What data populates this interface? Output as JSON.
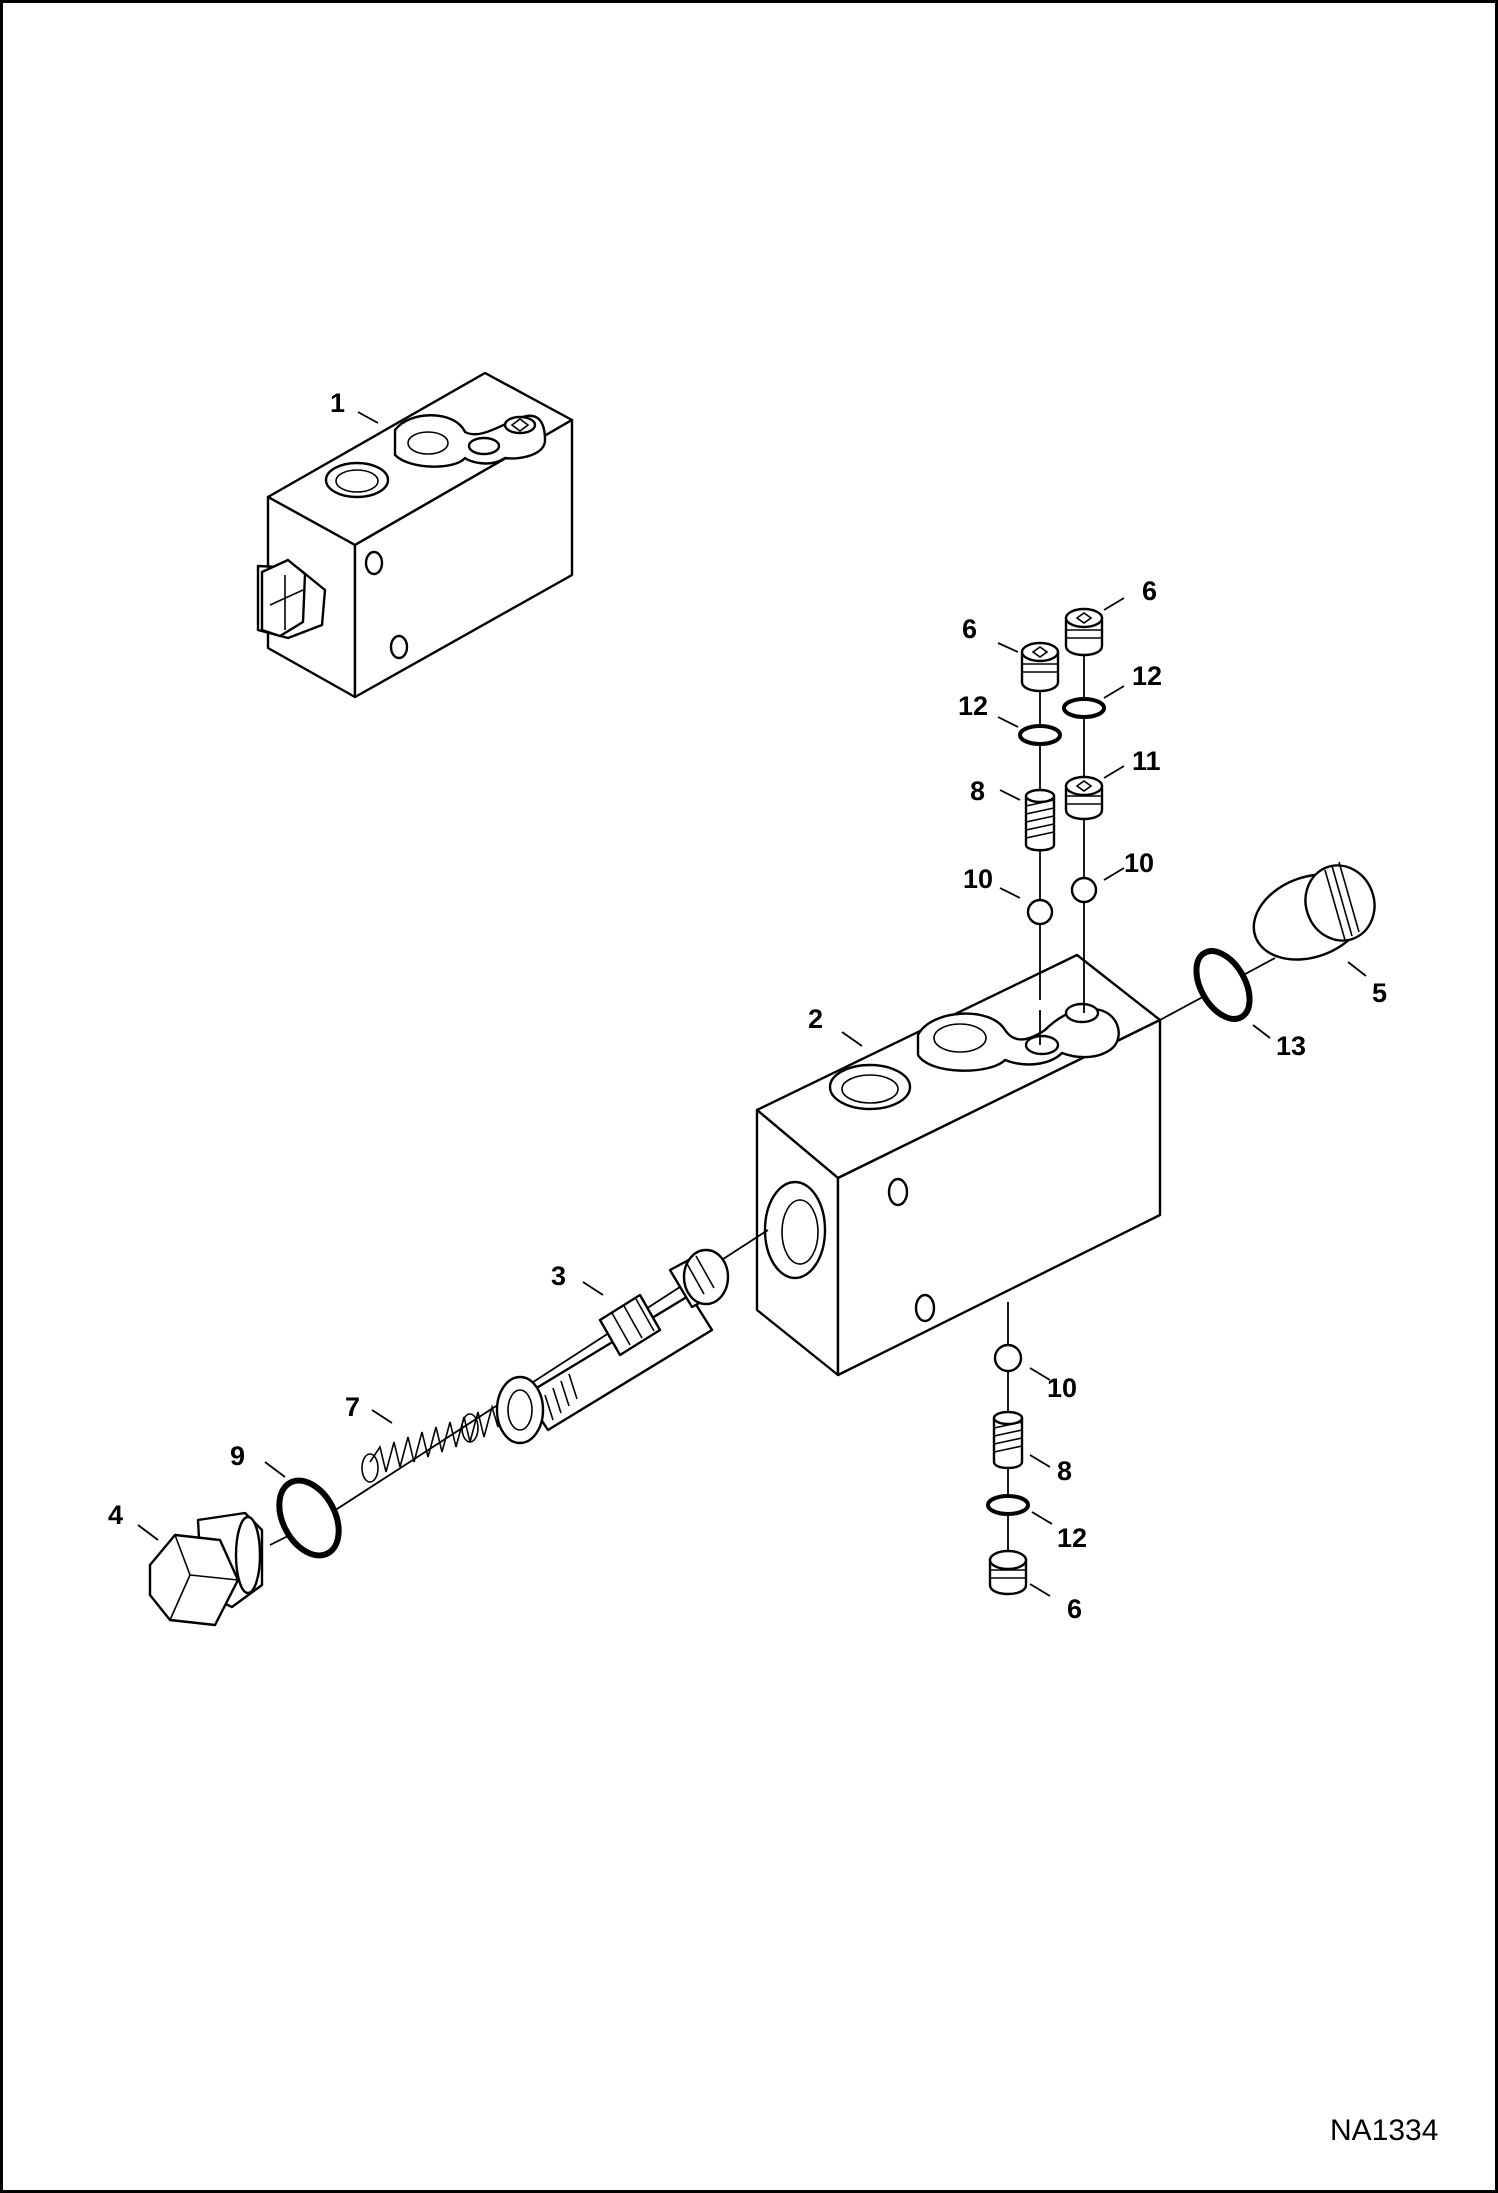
{
  "figure_id": "NA1334",
  "callouts": {
    "c1": "1",
    "c2": "2",
    "c3": "3",
    "c4": "4",
    "c5": "5",
    "c6a": "6",
    "c6b": "6",
    "c6c": "6",
    "c7": "7",
    "c8a": "8",
    "c8b": "8",
    "c9": "9",
    "c10a": "10",
    "c10b": "10",
    "c10c": "10",
    "c11": "11",
    "c12a": "12",
    "c12b": "12",
    "c12c": "12",
    "c13": "13"
  }
}
